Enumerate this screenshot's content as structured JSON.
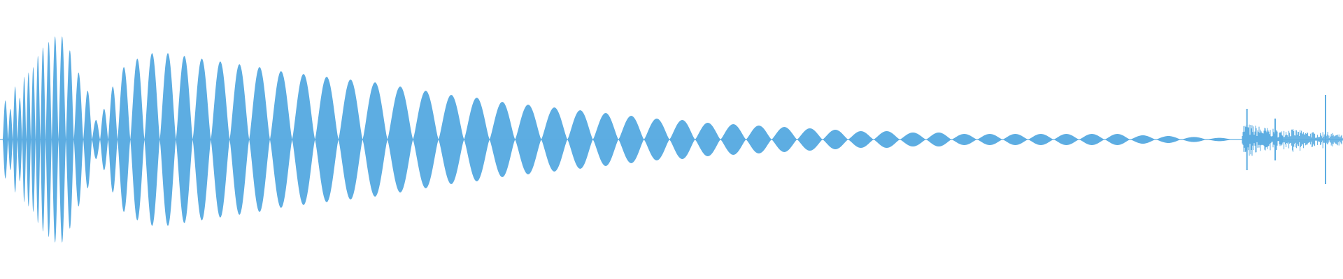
{
  "waveform": {
    "color": "#5dade2",
    "background": "#ffffff",
    "lobes": [
      {
        "t": 0.004,
        "a": 0.28
      },
      {
        "t": 0.008,
        "a": 0.22
      },
      {
        "t": 0.011,
        "a": 0.38
      },
      {
        "t": 0.015,
        "a": 0.3
      },
      {
        "t": 0.018,
        "a": 0.45
      },
      {
        "t": 0.021,
        "a": 0.48
      },
      {
        "t": 0.025,
        "a": 0.52
      },
      {
        "t": 0.028,
        "a": 0.6
      },
      {
        "t": 0.032,
        "a": 0.66
      },
      {
        "t": 0.036,
        "a": 0.7
      },
      {
        "t": 0.041,
        "a": 0.74
      },
      {
        "t": 0.046,
        "a": 0.74
      },
      {
        "t": 0.052,
        "a": 0.64
      },
      {
        "t": 0.058,
        "a": 0.48
      },
      {
        "t": 0.066,
        "a": 0.35
      },
      {
        "t": 0.071,
        "a": 0.14
      },
      {
        "t": 0.078,
        "a": 0.22
      },
      {
        "t": 0.083,
        "a": 0.38
      },
      {
        "t": 0.092,
        "a": 0.52
      },
      {
        "t": 0.102,
        "a": 0.58
      },
      {
        "t": 0.113,
        "a": 0.62
      },
      {
        "t": 0.125,
        "a": 0.62
      },
      {
        "t": 0.137,
        "a": 0.6
      },
      {
        "t": 0.15,
        "a": 0.58
      },
      {
        "t": 0.164,
        "a": 0.56
      },
      {
        "t": 0.178,
        "a": 0.54
      },
      {
        "t": 0.193,
        "a": 0.52
      },
      {
        "t": 0.209,
        "a": 0.49
      },
      {
        "t": 0.226,
        "a": 0.47
      },
      {
        "t": 0.243,
        "a": 0.45
      },
      {
        "t": 0.261,
        "a": 0.43
      },
      {
        "t": 0.279,
        "a": 0.41
      },
      {
        "t": 0.298,
        "a": 0.38
      },
      {
        "t": 0.317,
        "a": 0.35
      },
      {
        "t": 0.336,
        "a": 0.32
      },
      {
        "t": 0.355,
        "a": 0.3
      },
      {
        "t": 0.374,
        "a": 0.27
      },
      {
        "t": 0.393,
        "a": 0.25
      },
      {
        "t": 0.413,
        "a": 0.23
      },
      {
        "t": 0.432,
        "a": 0.21
      },
      {
        "t": 0.451,
        "a": 0.19
      },
      {
        "t": 0.47,
        "a": 0.17
      },
      {
        "t": 0.489,
        "a": 0.15
      },
      {
        "t": 0.508,
        "a": 0.14
      },
      {
        "t": 0.527,
        "a": 0.12
      },
      {
        "t": 0.546,
        "a": 0.11
      },
      {
        "t": 0.565,
        "a": 0.1
      },
      {
        "t": 0.584,
        "a": 0.09
      },
      {
        "t": 0.603,
        "a": 0.08
      },
      {
        "t": 0.622,
        "a": 0.07
      },
      {
        "t": 0.641,
        "a": 0.06
      },
      {
        "t": 0.66,
        "a": 0.06
      },
      {
        "t": 0.68,
        "a": 0.05
      },
      {
        "t": 0.699,
        "a": 0.05
      },
      {
        "t": 0.718,
        "a": 0.04
      },
      {
        "t": 0.737,
        "a": 0.04
      },
      {
        "t": 0.756,
        "a": 0.04
      },
      {
        "t": 0.775,
        "a": 0.04
      },
      {
        "t": 0.794,
        "a": 0.04
      },
      {
        "t": 0.813,
        "a": 0.04
      },
      {
        "t": 0.832,
        "a": 0.04
      },
      {
        "t": 0.851,
        "a": 0.03
      },
      {
        "t": 0.87,
        "a": 0.025
      },
      {
        "t": 0.889,
        "a": 0.018
      },
      {
        "t": 0.908,
        "a": 0.012
      }
    ],
    "noise_bursts": [
      {
        "t0": 0.925,
        "t1": 0.955,
        "a": 0.1
      },
      {
        "t0": 0.955,
        "t1": 0.985,
        "a": 0.07
      },
      {
        "t0": 0.985,
        "t1": 1.0,
        "a": 0.05
      }
    ],
    "spikes": [
      {
        "t": 0.9285,
        "a": 0.22
      },
      {
        "t": 0.9495,
        "a": 0.15
      },
      {
        "t": 0.987,
        "a": 0.32
      }
    ]
  }
}
